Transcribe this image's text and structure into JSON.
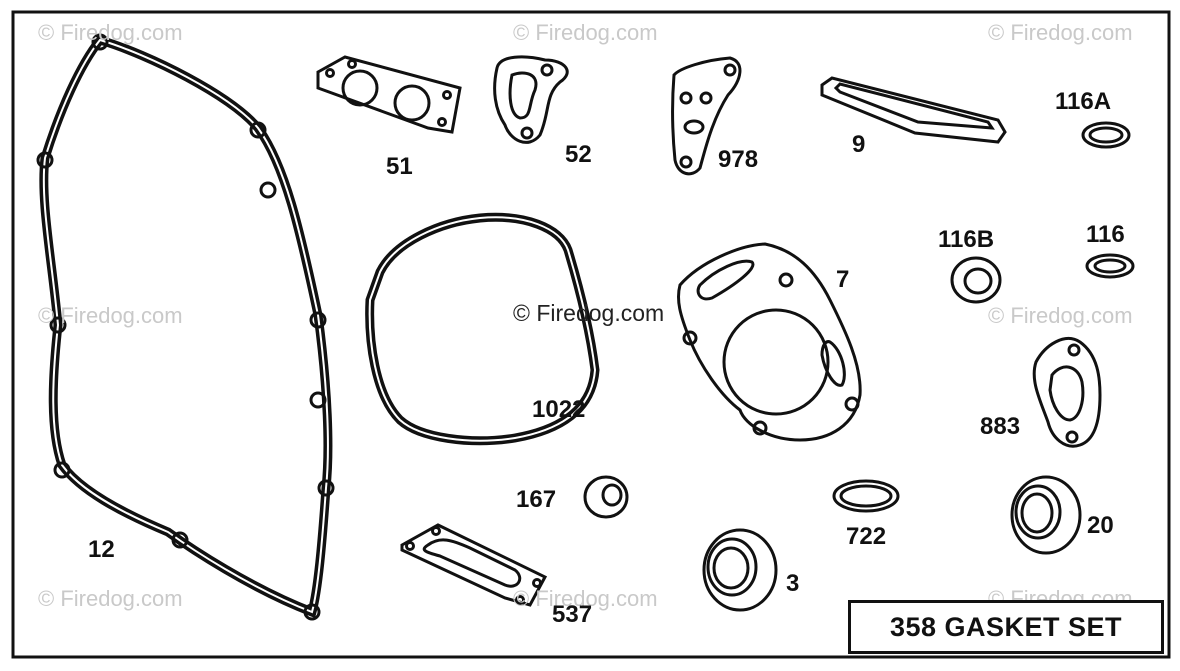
{
  "title": "358 GASKET SET",
  "watermarks": [
    "© Firedog.com",
    "© Firedog.com",
    "© Firedog.com",
    "© Firedog.com",
    "© Firedog.com",
    "© Firedog.com",
    "© Firedog.com",
    "© Firedog.com",
    "© Firedog.com"
  ],
  "parts": [
    {
      "id": "12"
    },
    {
      "id": "51"
    },
    {
      "id": "52"
    },
    {
      "id": "978"
    },
    {
      "id": "9"
    },
    {
      "id": "116A"
    },
    {
      "id": "116B"
    },
    {
      "id": "116"
    },
    {
      "id": "1022"
    },
    {
      "id": "7"
    },
    {
      "id": "883"
    },
    {
      "id": "167"
    },
    {
      "id": "537"
    },
    {
      "id": "3"
    },
    {
      "id": "722"
    },
    {
      "id": "20"
    }
  ],
  "colors": {
    "line": "#111111",
    "watermark": "#c9c9c9"
  }
}
